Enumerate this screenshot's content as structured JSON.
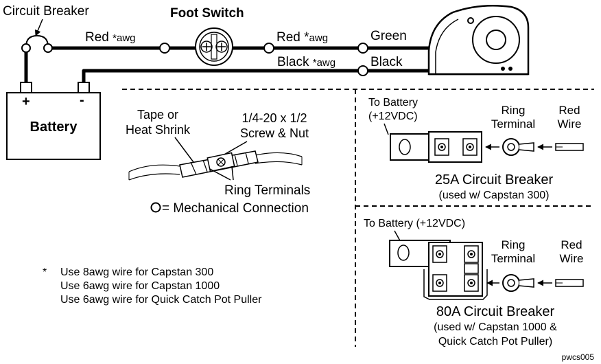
{
  "labels": {
    "circuit_breaker": "Circuit Breaker",
    "foot_switch": "Foot Switch",
    "red_awg_1_main": "Red",
    "red_awg_1_sub": "*awg",
    "red_awg_2_main": "Red *",
    "red_awg_2_sub": "awg",
    "green": "Green",
    "black_awg_main": "Black",
    "black_awg_sub": "*awg",
    "black": "Black",
    "battery": "Battery",
    "plus": "+",
    "minus": "-",
    "tape_line1": "Tape or",
    "tape_line2": "Heat Shrink",
    "screw_line1": "1/4-20 x 1/2",
    "screw_line2": "Screw & Nut",
    "ring_terminals": "Ring Terminals",
    "mech_connection": "= Mechanical Connection",
    "cb25_battery_line1": "To Battery",
    "cb25_battery_line2": "(+12VDC)",
    "cb25_ring_line1": "Ring",
    "cb25_ring_line2": "Terminal",
    "cb25_red_line1": "Red",
    "cb25_red_line2": "Wire",
    "cb25_title": "25A Circuit Breaker",
    "cb25_sub": "(used w/ Capstan 300)",
    "cb80_battery": "To Battery (+12VDC)",
    "cb80_ring_line1": "Ring",
    "cb80_ring_line2": "Terminal",
    "cb80_red_line1": "Red",
    "cb80_red_line2": "Wire",
    "cb80_title": "80A Circuit Breaker",
    "cb80_sub1": "(used w/ Capstan 1000 &",
    "cb80_sub2": "Quick Catch Pot Puller)",
    "note_star": "*",
    "note1": "Use 8awg wire for Capstan 300",
    "note2": "Use 6awg wire for Capstan 1000",
    "note3": "Use 6awg wire for Quick Catch Pot Puller",
    "ref": "pwcs005"
  }
}
